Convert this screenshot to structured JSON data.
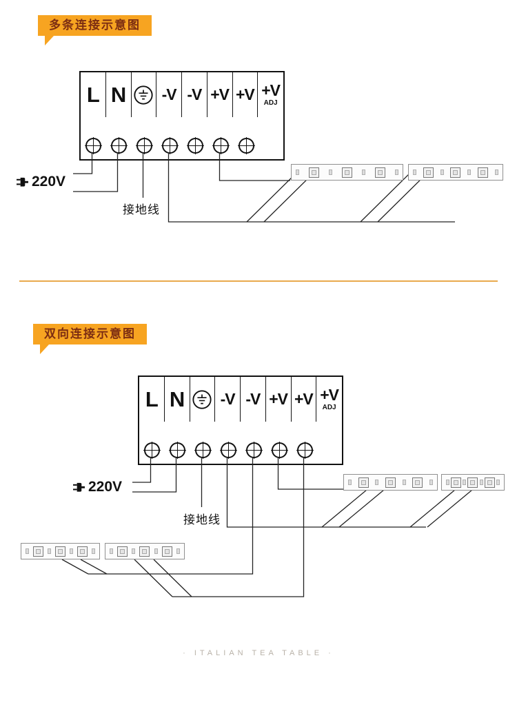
{
  "page": {
    "footer_text": "· ITALIAN TEA TABLE ·"
  },
  "colors": {
    "banner_bg": "#f7a421",
    "banner_text": "#7c2d12",
    "divider": "#e9a94c",
    "wire": "#222222"
  },
  "icons": {
    "ground_symbol": "earth-ground-icon",
    "power_plug": "plug-icon"
  },
  "terminal_block": {
    "labels": [
      "L",
      "N",
      "-V",
      "-V",
      "+V",
      "+V",
      "+V"
    ],
    "adj_label": "ADJ"
  },
  "sections": {
    "top": {
      "banner_label": "多条连接示意图",
      "voltage_label": "220V",
      "ground_wire_label": "接地线"
    },
    "bottom": {
      "banner_label": "双向连接示意图",
      "voltage_label": "220V",
      "ground_wire_label": "接地线"
    }
  }
}
